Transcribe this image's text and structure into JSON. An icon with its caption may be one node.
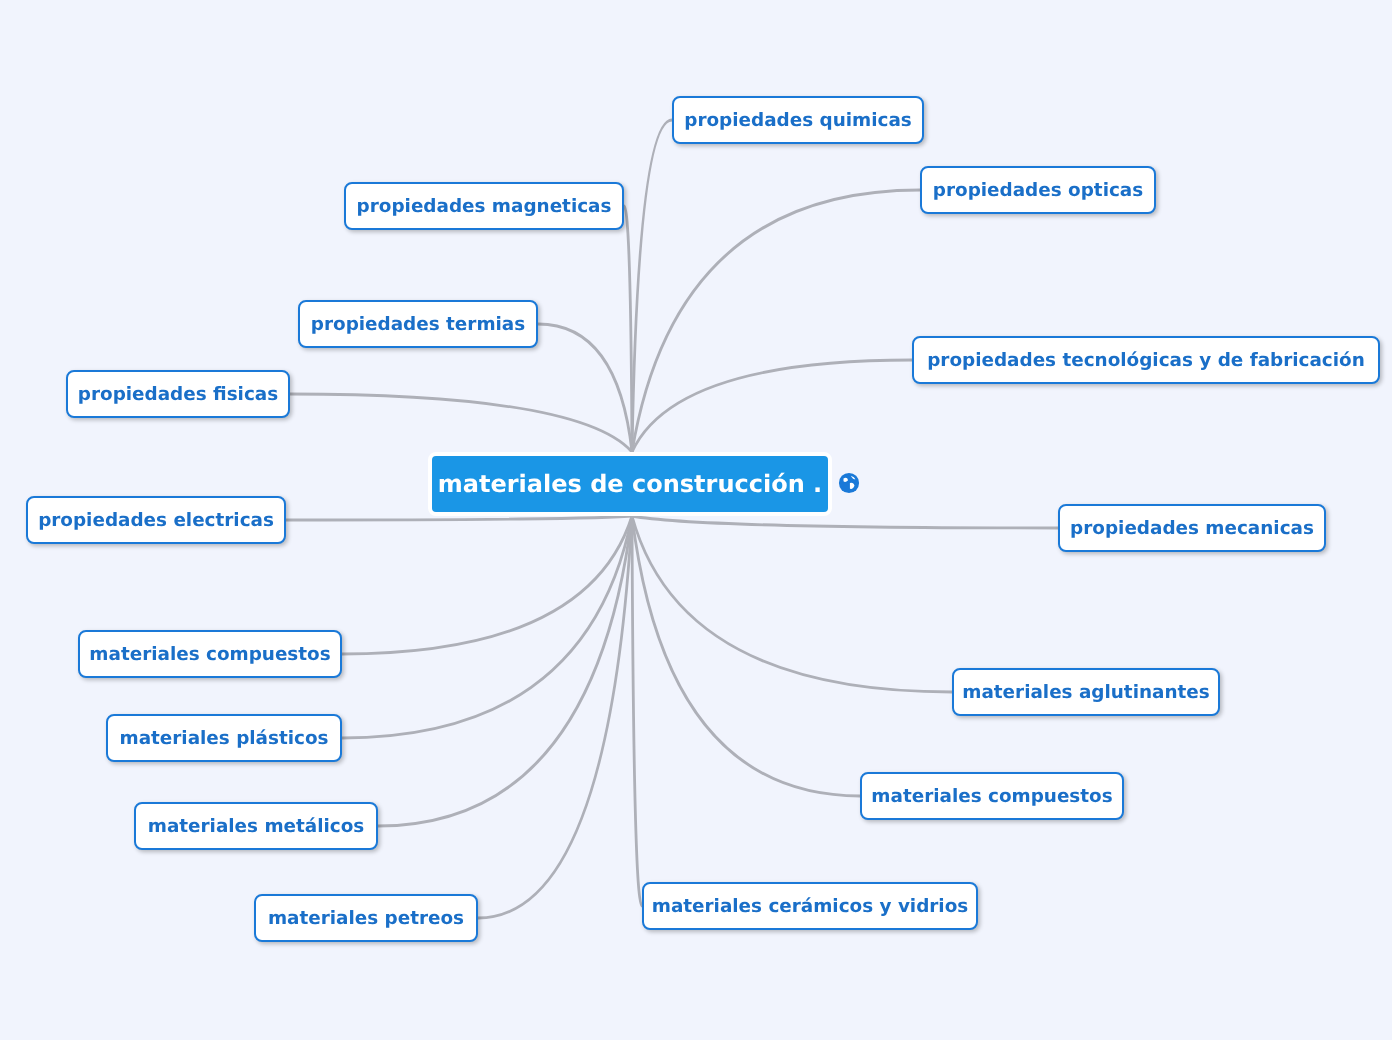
{
  "diagram": {
    "nodes": [
      {
        "text": [
          "materiales de construcción ."
        ]
      },
      {
        "text": [
          "propiedades quimicas"
        ]
      },
      {
        "text": [
          "propiedades magneticas"
        ]
      },
      {
        "text": [
          "propiedades opticas"
        ]
      },
      {
        "text": [
          "propiedades termias"
        ]
      },
      {
        "text": [
          "propiedades tecnológicas y de fabricación"
        ]
      },
      {
        "text": [
          "propiedades fisicas"
        ]
      },
      {
        "text": [
          "propiedades electricas"
        ]
      },
      {
        "text": [
          "propiedades mecanicas"
        ]
      },
      {
        "text": [
          "materiales compuestos"
        ]
      },
      {
        "text": [
          "materiales aglutinantes"
        ]
      },
      {
        "text": [
          "materiales plásticos"
        ]
      },
      {
        "text": [
          "materiales compuestos"
        ]
      },
      {
        "text": [
          "materiales metálicos"
        ]
      },
      {
        "text": [
          "materiales petreos"
        ]
      },
      {
        "text": [
          "materiales cerámicos y vidrios"
        ]
      }
    ],
    "edges": [
      {
        "from": 0,
        "to": 1,
        "arrow": "none"
      },
      {
        "from": 0,
        "to": 2,
        "arrow": "none"
      },
      {
        "from": 0,
        "to": 3,
        "arrow": "none"
      },
      {
        "from": 0,
        "to": 4,
        "arrow": "none"
      },
      {
        "from": 0,
        "to": 5,
        "arrow": "none"
      },
      {
        "from": 0,
        "to": 6,
        "arrow": "none"
      },
      {
        "from": 0,
        "to": 7,
        "arrow": "none"
      },
      {
        "from": 0,
        "to": 8,
        "arrow": "none"
      },
      {
        "from": 0,
        "to": 9,
        "arrow": "none"
      },
      {
        "from": 0,
        "to": 10,
        "arrow": "none"
      },
      {
        "from": 0,
        "to": 11,
        "arrow": "none"
      },
      {
        "from": 0,
        "to": 12,
        "arrow": "none"
      },
      {
        "from": 0,
        "to": 13,
        "arrow": "none"
      },
      {
        "from": 0,
        "to": 14,
        "arrow": "none"
      },
      {
        "from": 0,
        "to": 15,
        "arrow": "none"
      }
    ]
  }
}
